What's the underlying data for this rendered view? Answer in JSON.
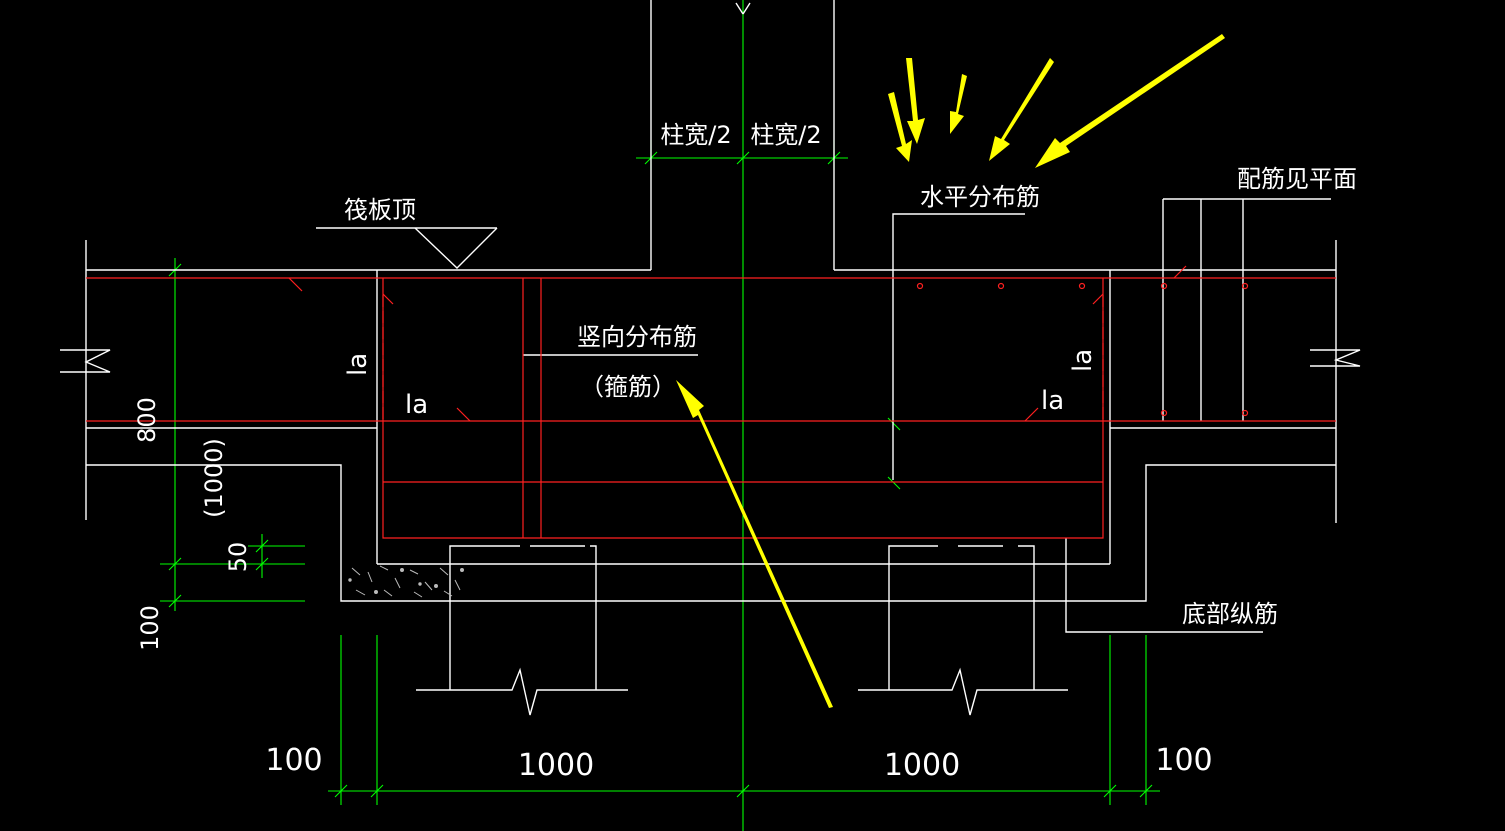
{
  "colors": {
    "background": "#000000",
    "outline": "#ffffff",
    "rebar": "#ff2020",
    "dimension": "#00ff00",
    "annotation_arrow": "#ffff00"
  },
  "labels": {
    "raft_top": "筏板顶",
    "column_half_left": "柱宽/2",
    "column_half_right": "柱宽/2",
    "horizontal_rebar": "水平分布筋",
    "rebar_see_plan": "配筋见平面",
    "vertical_rebar": "竖向分布筋",
    "stirrup": "（箍筋）",
    "bottom_longitudinal": "底部纵筋",
    "la_left_vertical": "la",
    "la_left": "la",
    "la_right": "la",
    "la_right_vertical": "la"
  },
  "dimensions": {
    "slab_thickness": "800",
    "beam_depth": "(1000)",
    "cushion_50": "50",
    "cushion_100": "100",
    "bottom_left_100": "100",
    "bottom_left_1000": "1000",
    "bottom_right_1000": "1000",
    "bottom_right_100": "100"
  }
}
